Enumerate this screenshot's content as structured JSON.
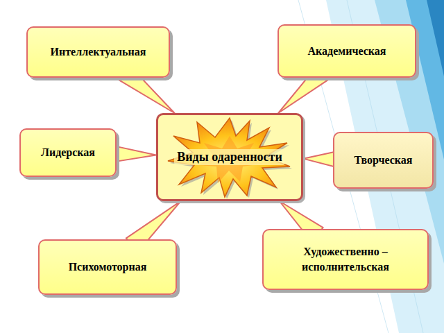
{
  "diagram": {
    "nodes": [
      {
        "text": [
          "Интеллектуальная"
        ]
      },
      {
        "text": [
          "Академическая"
        ]
      },
      {
        "text": [
          "Лидерская"
        ]
      },
      {
        "text": [
          "Виды одаренности"
        ]
      },
      {
        "text": [
          "Творческая"
        ]
      },
      {
        "text": [
          "Психомоторная"
        ]
      },
      {
        "text": [
          "Художественно – исполнительская"
        ]
      }
    ],
    "edges": [
      {
        "from": 0,
        "to": 3,
        "arrow": "none"
      },
      {
        "from": 1,
        "to": 3,
        "arrow": "none"
      },
      {
        "from": 2,
        "to": 3,
        "arrow": "none"
      },
      {
        "from": 4,
        "to": 3,
        "arrow": "none"
      },
      {
        "from": 5,
        "to": 3,
        "arrow": "none"
      },
      {
        "from": 6,
        "to": 3,
        "arrow": "none"
      }
    ]
  }
}
